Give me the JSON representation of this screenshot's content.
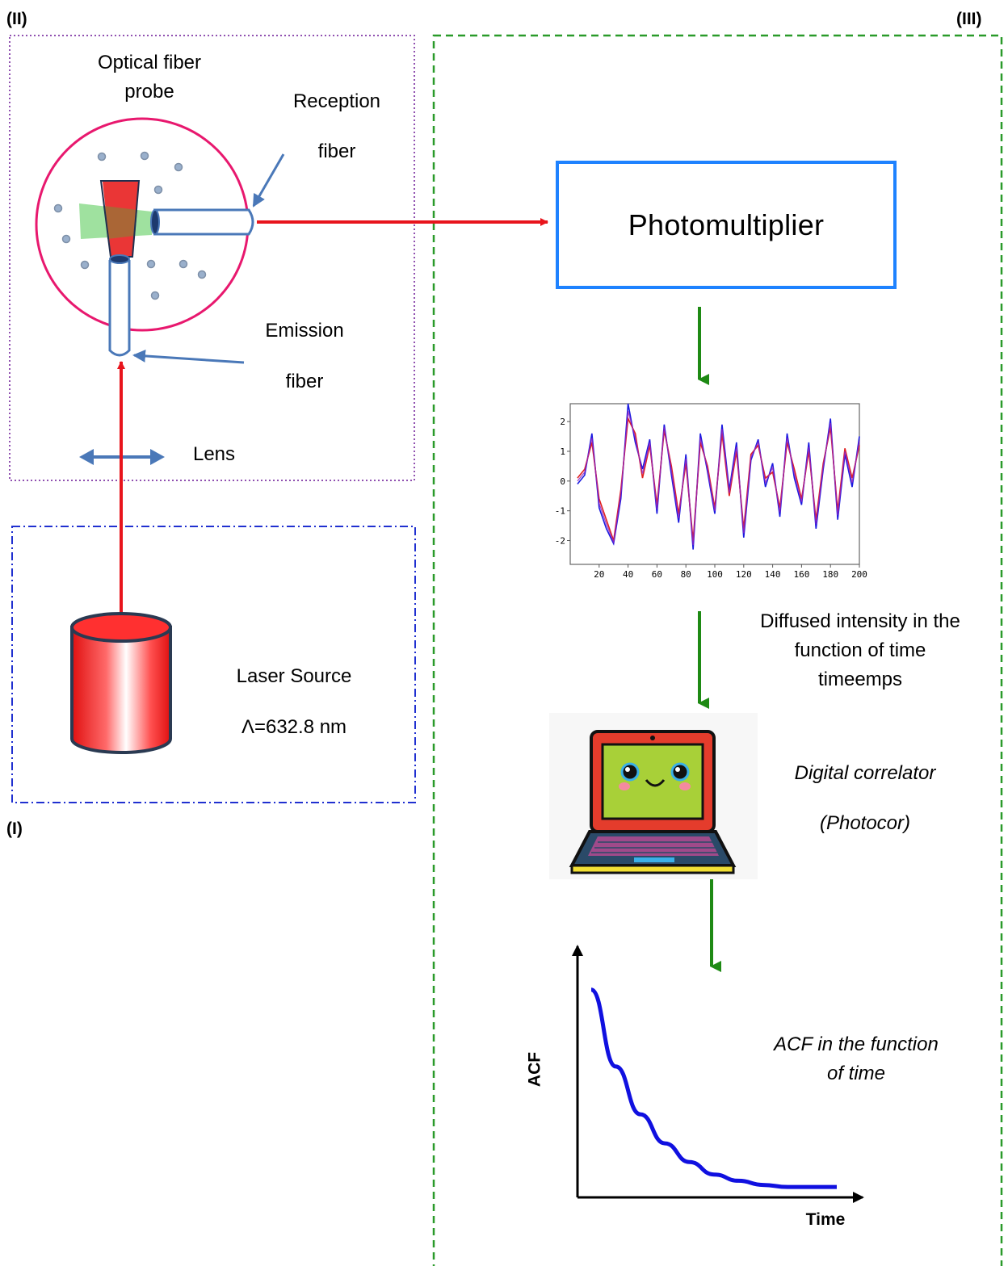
{
  "sections": {
    "left_top": "(II)",
    "right": "(III)",
    "left_bottom": "(I)"
  },
  "probe": {
    "title_line1": "Optical fiber",
    "title_line2": "probe",
    "reception_line1": "Reception",
    "reception_line2": "fiber",
    "emission_line1": "Emission",
    "emission_line2": "fiber",
    "lens": "Lens"
  },
  "laser": {
    "name": "Laser Source",
    "wavelength": "Λ=632.8 nm"
  },
  "photomultiplier": {
    "label": "Photomultiplier"
  },
  "intensity_caption": {
    "line1": "Diffused intensity in the",
    "line2": "function of time",
    "line3": "timeemps"
  },
  "correlator": {
    "line1": "Digital correlator",
    "line2": "(Photocor)"
  },
  "acf_caption": {
    "line1": "ACF in the function",
    "line2": "of time"
  },
  "colors": {
    "beam": "#e8141c",
    "arrow_green": "#1e8a14",
    "pm_border": "#1e82ff",
    "probe_circle": "#e8186e",
    "fiber": "#4a78b8",
    "acf_curve": "#1010e0",
    "frame_ii": "#9050b0",
    "frame_i": "#2030d0",
    "frame_iii": "#2a9a2a"
  },
  "icons": [
    "laptop-icon",
    "laser-cylinder-icon",
    "lens-arrow-icon"
  ],
  "chart_data": [
    {
      "type": "line",
      "x": [
        5,
        10,
        15,
        20,
        25,
        30,
        35,
        40,
        45,
        50,
        55,
        60,
        65,
        70,
        75,
        80,
        85,
        90,
        95,
        100,
        105,
        110,
        115,
        120,
        125,
        130,
        135,
        140,
        145,
        150,
        155,
        160,
        165,
        170,
        175,
        180,
        185,
        190,
        195,
        200
      ],
      "series": [
        {
          "values": [
            -0.1,
            0.2,
            1.6,
            -0.9,
            -1.6,
            -2.1,
            -0.6,
            2.6,
            1.3,
            0.4,
            1.4,
            -1.1,
            1.9,
            0.2,
            -1.4,
            0.9,
            -2.3,
            1.6,
            0.3,
            -1.1,
            1.9,
            -0.3,
            1.3,
            -1.9,
            0.7,
            1.4,
            -0.2,
            0.6,
            -1.2,
            1.6,
            0.1,
            -0.8,
            1.3,
            -1.6,
            0.4,
            2.1,
            -1.3,
            0.9,
            -0.2,
            1.5
          ]
        },
        {
          "values": [
            0.1,
            0.4,
            1.3,
            -0.6,
            -1.3,
            -2.0,
            -0.3,
            2.1,
            1.6,
            0.1,
            1.2,
            -0.8,
            1.7,
            0.5,
            -1.1,
            0.6,
            -2.0,
            1.3,
            0.5,
            -0.9,
            1.6,
            -0.5,
            1.0,
            -1.6,
            0.9,
            1.2,
            0.1,
            0.3,
            -0.9,
            1.3,
            0.4,
            -0.6,
            1.0,
            -1.3,
            0.6,
            1.8,
            -1.0,
            1.1,
            0.1,
            1.2
          ]
        }
      ],
      "xticks": [
        20,
        40,
        60,
        80,
        100,
        120,
        140,
        160,
        180,
        200
      ],
      "yticks": [
        2,
        1,
        0,
        -1,
        -2
      ],
      "xlim": [
        0,
        200
      ],
      "ylim": [
        -2.8,
        2.6
      ],
      "colors": [
        "#1a1ae0",
        "#e02020",
        "#9020c0"
      ]
    },
    {
      "type": "line",
      "xlabel": "Time",
      "ylabel": "ACF",
      "x": [
        0,
        0.5,
        1,
        1.5,
        2,
        2.5,
        3,
        3.5,
        4,
        4.5,
        5
      ],
      "values": [
        1.0,
        0.63,
        0.4,
        0.26,
        0.17,
        0.11,
        0.08,
        0.06,
        0.05,
        0.05,
        0.05
      ],
      "ylim": [
        0,
        1.1
      ]
    }
  ]
}
